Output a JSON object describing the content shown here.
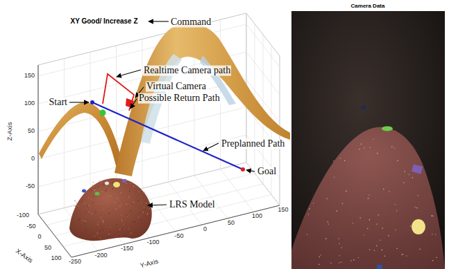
{
  "diagram": {
    "title": "XY Good/ Increase Z",
    "labels": [
      "Command",
      "Realtime Camera path",
      "Start",
      "Virtual Camera",
      "Possible Return Path",
      "Preplanned Path",
      "Goal",
      "LRS Model",
      "150",
      "100",
      "50",
      "0",
      "-50",
      "Z-Axis",
      "-100",
      "-50",
      "0",
      "50",
      "100",
      "X-Axis",
      "-250",
      "-200",
      "-150",
      "-100",
      "-50",
      "0",
      "50",
      "100",
      "150",
      "Y-Axis",
      "Camera Data"
    ]
  }
}
